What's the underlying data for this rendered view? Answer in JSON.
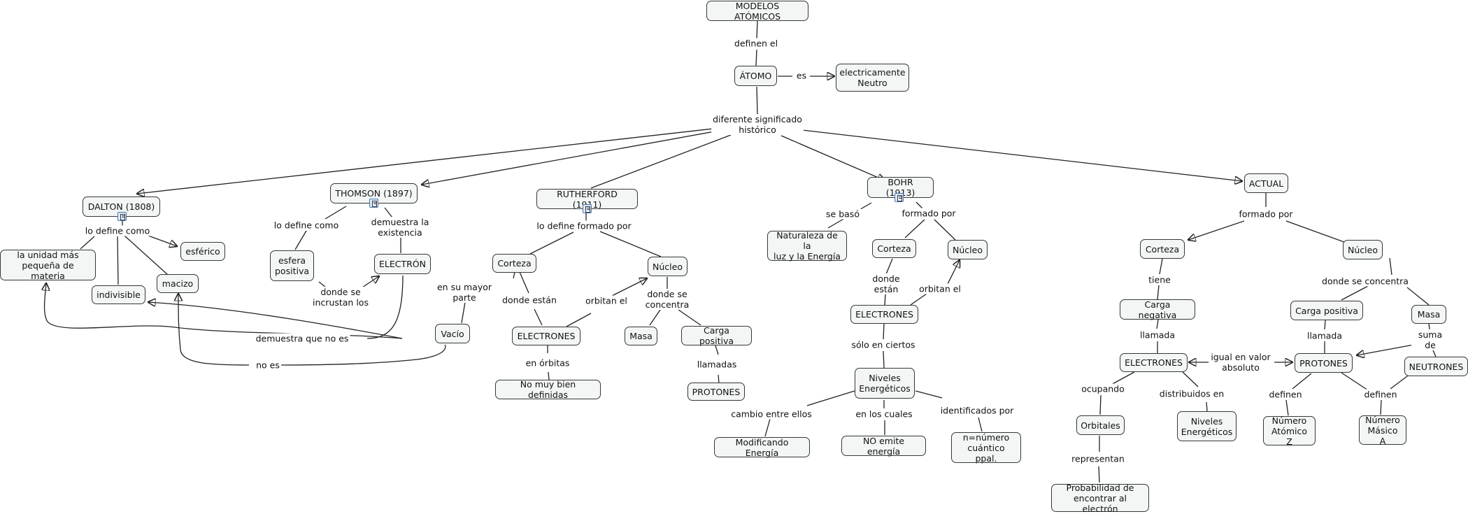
{
  "nodes": {
    "modelos": "MODELOS ATÓMICOS",
    "atomo": "ÁTOMO",
    "neutro": "electricamente\nNeutro",
    "dalton": "DALTON (1808)",
    "esferico": "esférico",
    "unidad": "la unidad más\npequeña de materia",
    "macizo": "macizo",
    "indivisible": "indivisible",
    "thomson": "THOMSON (1897)",
    "esfera_positiva": "esfera\npositiva",
    "electron": "ELECTRÓN",
    "rutherford": "RUTHERFORD (1911)",
    "r_corteza": "Corteza",
    "r_nucleo": "Núcleo",
    "vacio": "Vacío",
    "r_electrones": "ELECTRONES",
    "masa": "Masa",
    "carga_positiva": "Carga positiva",
    "no_muy": "No muy bien definidas",
    "r_protones": "PROTONES",
    "bohr": "BOHR (1913)",
    "naturaleza": "Naturaleza de la\nluz y la Energía",
    "b_corteza": "Corteza",
    "b_nucleo": "Núcleo",
    "b_electrones": "ELECTRONES",
    "niveles": "Niveles\nEnergéticos",
    "modificando": "Modificando Energía",
    "no_emite": "NO emite energía",
    "n_numero": "n=número\ncuántico ppal.",
    "actual": "ACTUAL",
    "a_corteza": "Corteza",
    "a_nucleo": "Núcleo",
    "carga_negativa": "Carga negativa",
    "a_carga_positiva": "Carga positiva",
    "a_masa": "Masa",
    "a_electrones": "ELECTRONES",
    "a_protones": "PROTONES",
    "neutrones": "NEUTRONES",
    "orbitales": "Orbitales",
    "niveles_energeticos": "Niveles\nEnergéticos",
    "numero_z": "Número\nAtómico Z",
    "numero_a": "Número\nMásico A",
    "probabilidad": "Probabilidad de\nencontrar al electrón"
  },
  "labels": {
    "definen_el": "definen el",
    "es": "es",
    "diferente": "diferente significado\nhistórico",
    "lo_define_como_d": "lo define como",
    "lo_define_como_t": "lo define como",
    "demuestra_existencia": "demuestra la\nexistencia",
    "donde_incrustan": "donde se\nincrustan los",
    "demuestra_no_es": "demuestra que no es",
    "no_es": "no es",
    "lo_define_formado": "lo define formado por",
    "en_su_mayor": "en su mayor\nparte",
    "donde_estan_r": "donde están",
    "orbitan_el_r": "orbitan el",
    "donde_concentra_r": "donde se\nconcentra",
    "en_orbitas": "en órbitas",
    "llamadas": "llamadas",
    "se_baso": "se basó",
    "formado_por_b": "formado por",
    "donde_estan_b": "donde\nestán",
    "orbitan_el_b": "orbitan el",
    "solo_en": "sólo en ciertos",
    "cambio_entre": "cambio entre ellos",
    "en_los_cuales": "en los cuales",
    "identificados": "identificados por",
    "formado_por_a": "formado por",
    "tiene": "tiene",
    "llamada_1": "llamada",
    "donde_concentra_a": "donde se concentra",
    "llamada_2": "llamada",
    "suma_de": "suma de",
    "igual_valor": "igual en valor\nabsoluto",
    "ocupando": "ocupando",
    "distribuidos": "distribuidos en",
    "definen_1": "definen",
    "definen_2": "definen",
    "representan": "representan"
  },
  "colors": {
    "node_fill": "#f4f6f6",
    "node_border": "#33383d",
    "link": "#222222"
  },
  "icons": [
    "resource-icon"
  ]
}
